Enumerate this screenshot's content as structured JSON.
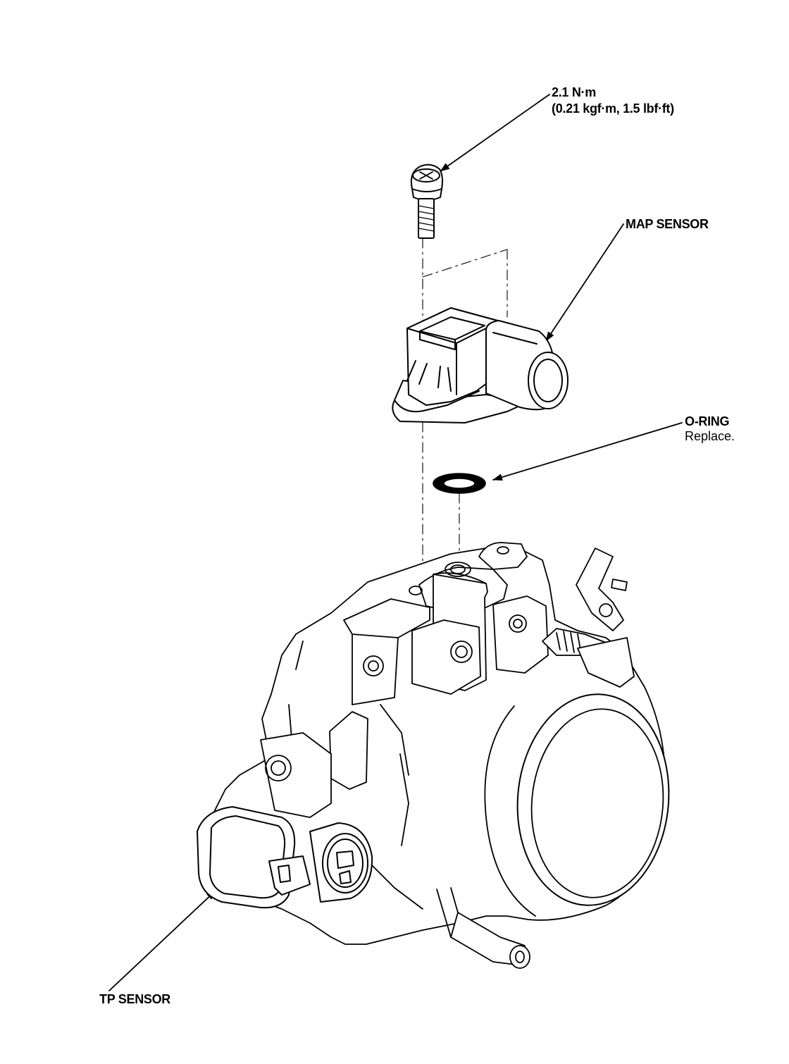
{
  "labels": {
    "torque_line1": "2.1 N·m",
    "torque_line2": "(0.21 kgf·m, 1.5 lbf·ft)",
    "map_sensor": "MAP SENSOR",
    "o_ring": "O-RING",
    "o_ring_note": "Replace.",
    "tp_sensor": "TP SENSOR"
  }
}
